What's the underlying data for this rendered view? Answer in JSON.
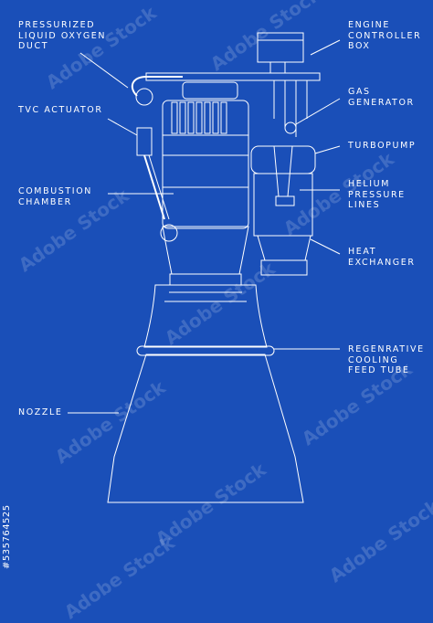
{
  "labels": {
    "pressurized_lox_duct": "PRESSURIZED\nLIQUID OXYGEN\nDUCT",
    "tvc_actuator": "TVC ACTUATOR",
    "combustion_chamber": "COMBUSTION\nCHAMBER",
    "nozzle": "NOZZLE",
    "engine_controller_box": "ENGINE\nCONTROLLER\nBOX",
    "gas_generator": "GAS\nGENERATOR",
    "turbopump": "TURBOPUMP",
    "helium_pressure_lines": "HELIUM\nPRESSURE\nLINES",
    "heat_exchanger": "HEAT\nEXCHANGER",
    "regenerative_cooling_feed_tube": "REGENRATIVE\nCOOLING\nFEED TUBE"
  },
  "stock_id": "#535764525",
  "watermark": "Adobe Stock",
  "colors": {
    "background": "#1a4fb8",
    "lines": "#ffffff"
  }
}
